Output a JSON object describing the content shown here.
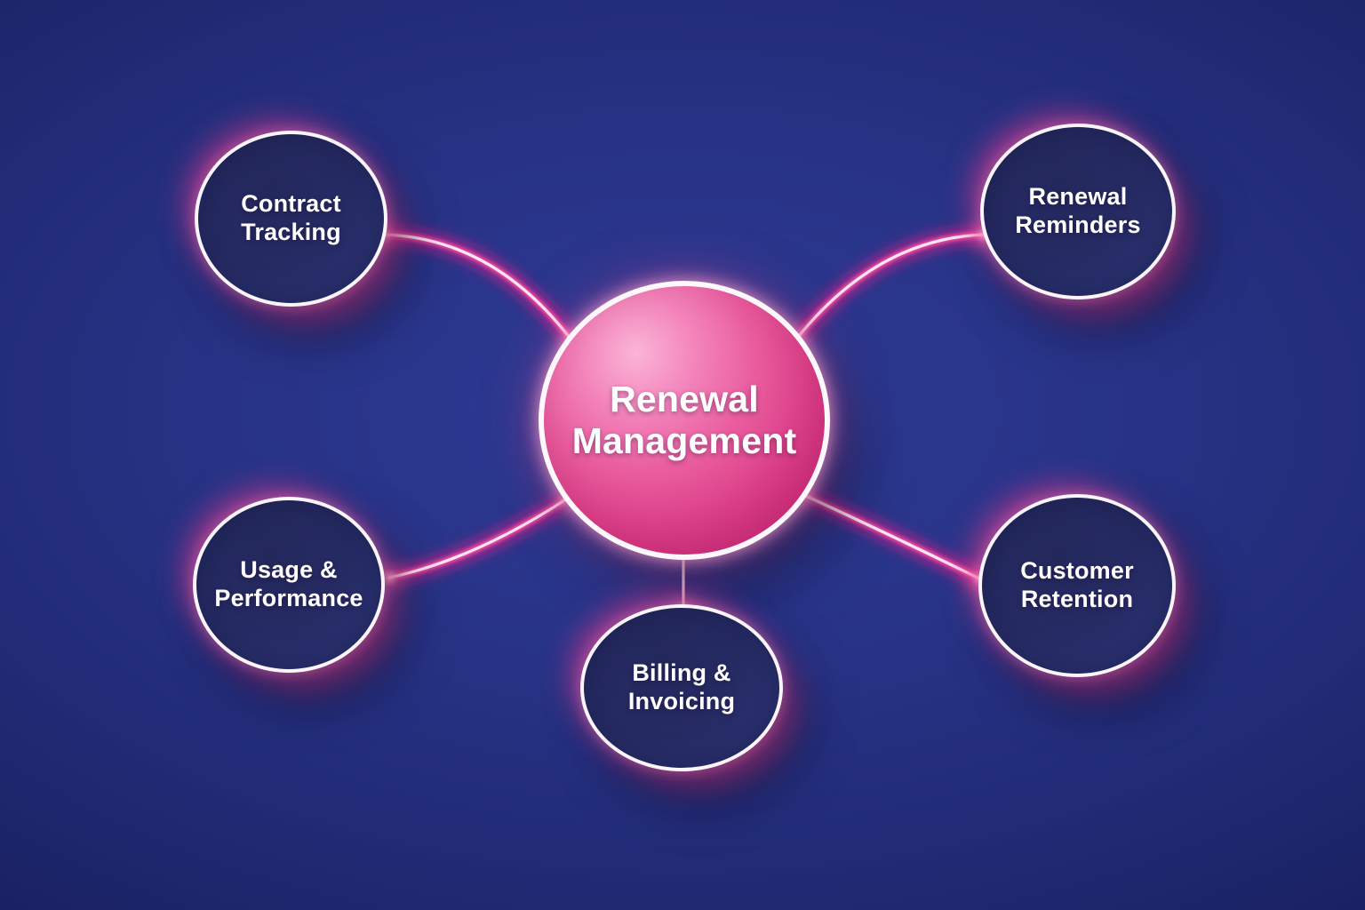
{
  "diagram": {
    "type": "hub-and-spoke-mindmap",
    "center": {
      "id": "renewal-management",
      "label": "Renewal Management"
    },
    "nodes": [
      {
        "id": "contract-tracking",
        "label": "Contract Tracking"
      },
      {
        "id": "renewal-reminders",
        "label": "Renewal Reminders"
      },
      {
        "id": "usage-performance",
        "label": "Usage & Performance"
      },
      {
        "id": "customer-retention",
        "label": "Customer Retention"
      },
      {
        "id": "billing-invoicing",
        "label": "Billing & Invoicing"
      }
    ],
    "edges": [
      {
        "from": "renewal-management",
        "to": "contract-tracking"
      },
      {
        "from": "renewal-management",
        "to": "renewal-reminders"
      },
      {
        "from": "renewal-management",
        "to": "usage-performance"
      },
      {
        "from": "renewal-management",
        "to": "customer-retention"
      },
      {
        "from": "renewal-management",
        "to": "billing-invoicing"
      }
    ],
    "colors": {
      "background_center": "#2d3b95",
      "background_edge": "#11143c",
      "satellite_fill": "#262b64",
      "ring_white": "#fbf5fa",
      "center_pink_highlight": "#fbb4d7",
      "center_pink_deep": "#c62d78",
      "neon_pink": "#ef1d8c",
      "neon_core": "#ffe7f4",
      "text": "#ffffff"
    }
  }
}
